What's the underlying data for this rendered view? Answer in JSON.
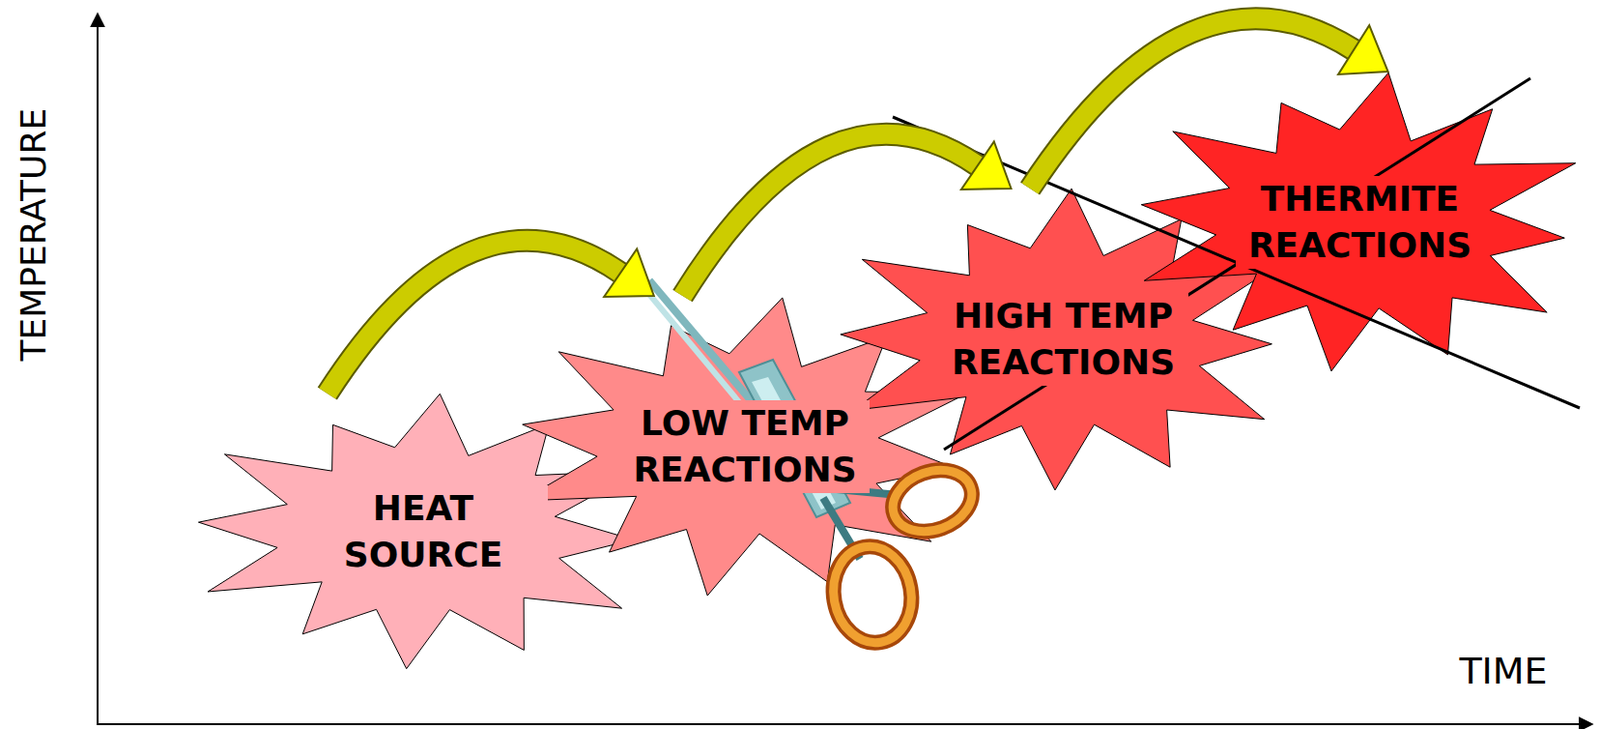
{
  "diagram": {
    "nodes": [
      {
        "text": [
          "HEAT SOURCE"
        ]
      },
      {
        "text": [
          "LOW TEMP REACTIONS"
        ]
      },
      {
        "text": [
          "HIGH TEMP REACTIONS"
        ]
      },
      {
        "text": [
          "THERMITE REACTIONS"
        ]
      }
    ],
    "edges": [
      {
        "from": 0,
        "to": 1,
        "arrow": "to"
      },
      {
        "from": 1,
        "to": 2,
        "arrow": "to"
      },
      {
        "from": 2,
        "to": 3,
        "arrow": "to"
      }
    ],
    "labels": [
      "TEMPERATURE",
      "TIME"
    ]
  }
}
